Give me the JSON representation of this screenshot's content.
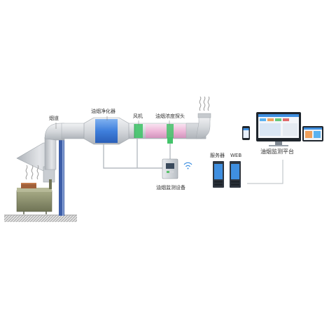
{
  "labels": {
    "flue": "烟道",
    "purifier": "油烟净化器",
    "fan": "风机",
    "probe": "油烟浓度探头",
    "monitor": "油烟监测设备",
    "server": "服务器",
    "web": "WEB",
    "platform": "油烟监测平台"
  },
  "colors": {
    "duct": "#d3d6da",
    "purifier_core": "#4a86e0",
    "fan_green": "#43c46a",
    "probe_pink": "#f4b9dc",
    "pole_blue": "#3d5ea8",
    "stove": "#8b8f6e",
    "wire": "#b7bcc2"
  }
}
